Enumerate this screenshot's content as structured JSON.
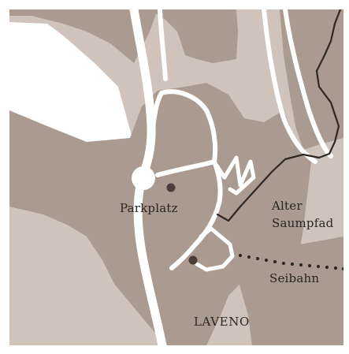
{
  "labels": {
    "parkplatz": "Parkplatz",
    "alter": "Alter",
    "saumpfad": "Saumpfad",
    "seibahn": "Seibahn",
    "laveno": "LAVENO"
  },
  "colors": {
    "background": "#ffffff",
    "land_light": "#cfc3bb",
    "land_dark": "#aa9a8f",
    "road": "#ffffff",
    "trail": "#2e2724",
    "marker": "#4a3c38",
    "text": "#2b2522"
  }
}
